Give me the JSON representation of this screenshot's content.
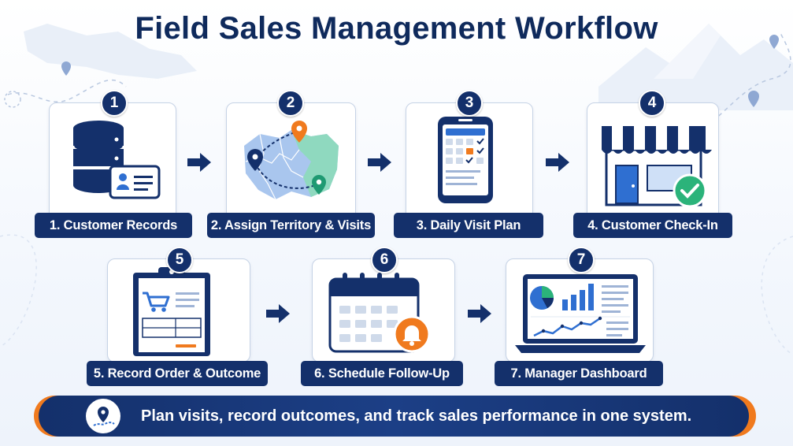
{
  "title": "Field Sales Management Workflow",
  "steps": [
    {
      "number": "1",
      "label": "1. Customer Records"
    },
    {
      "number": "2",
      "label": "2. Assign Territory & Visits"
    },
    {
      "number": "3",
      "label": "3. Daily Visit Plan"
    },
    {
      "number": "4",
      "label": "4. Customer Check-In"
    },
    {
      "number": "5",
      "label": "5. Record Order & Outcome"
    },
    {
      "number": "6",
      "label": "6. Schedule Follow-Up"
    },
    {
      "number": "7",
      "label": "7. Manager Dashboard"
    }
  ],
  "banner": {
    "text": "Plan visits, record outcomes, and track sales performance in one system.",
    "icon": "map-route-icon"
  },
  "colors": {
    "navy": "#14306b",
    "blue": "#2f6fd1",
    "orange": "#f07a1e",
    "green": "#2bb37a"
  }
}
